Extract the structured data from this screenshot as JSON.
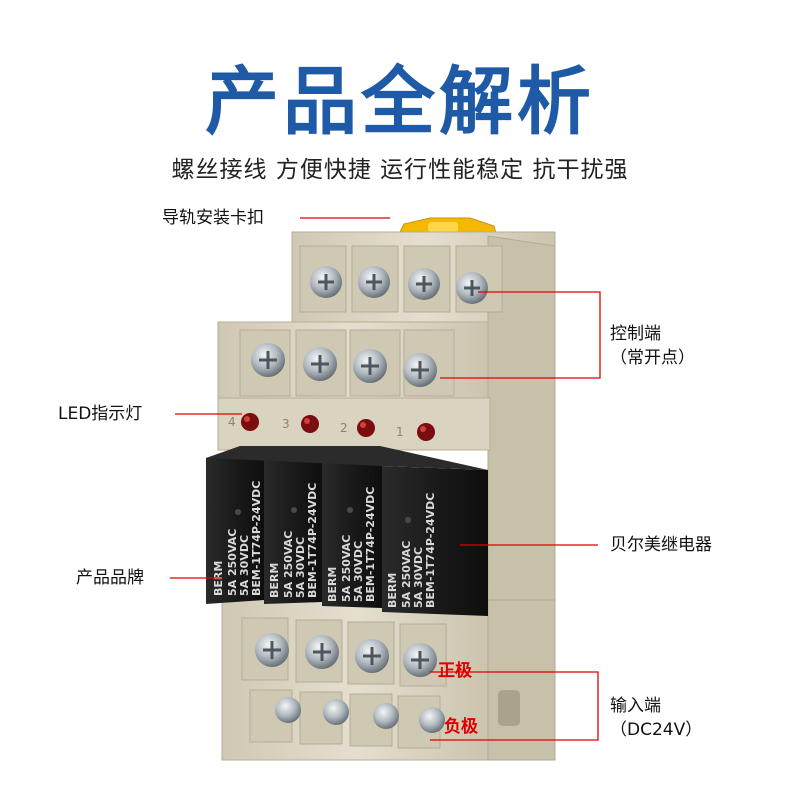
{
  "title": "产品全解析",
  "subtitle": "螺丝接线 方便快捷 运行性能稳定 抗干扰强",
  "callouts": {
    "rail_clip": "导轨安装卡扣",
    "control_terminal": "控制端",
    "control_terminal_sub": "（常开点）",
    "led": "LED指示灯",
    "relay": "贝尔美继电器",
    "brand": "产品品牌",
    "input_terminal": "输入端",
    "input_terminal_sub": "（DC24V）",
    "positive": "正极",
    "negative": "负极"
  },
  "relay_print": {
    "brand": "BERM",
    "line1": "5A 250VAC",
    "line2": "5A  30VDC",
    "model": "BEM-1T74P-24VDC"
  },
  "channel_numbers": [
    "4",
    "3",
    "2",
    "1"
  ],
  "colors": {
    "title_blue": "#1f5aa6",
    "callout_red": "#e10000",
    "housing_beige": "#ddd7c4",
    "relay_black": "#1d1d1d",
    "clip_yellow": "#f5b800"
  }
}
